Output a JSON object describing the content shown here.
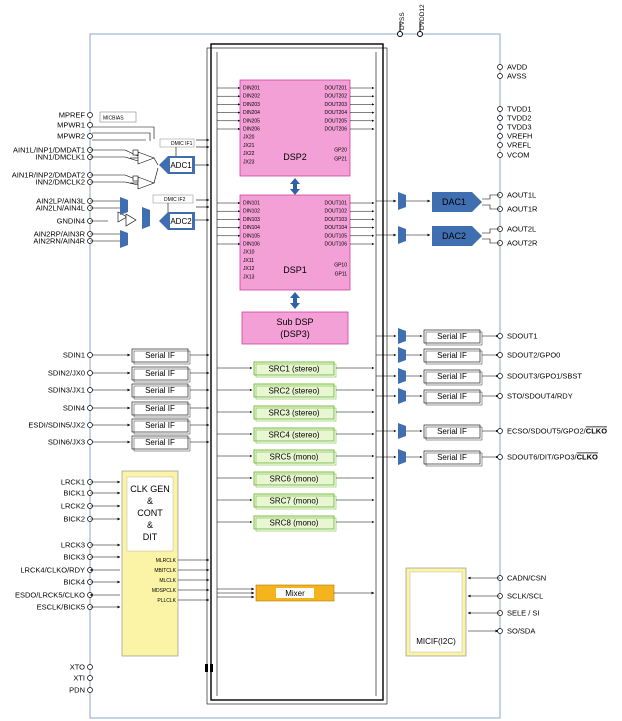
{
  "power_pins": {
    "dvss": "DVSS",
    "dvdd12": "DVDD12"
  },
  "left_pins": [
    "MPREF",
    "MPWR1",
    "MPWR2",
    "AIN1L/INP1/DMDAT1",
    "INN1/DMCLK1",
    "AIN1R/INP2/DMDAT2",
    "INN2/DMCLK2",
    "AIN2LP/AIN3L",
    "AIN2LN/AIN4L",
    "GNDIN4",
    "AIN2RP/AIN3R",
    "AIN2RN/AIN4R",
    "SDIN1",
    "SDIN2/JX0",
    "SDIN3/JX1",
    "SDIN4",
    "ESDI/SDIN5/JX2",
    "SDIN6/JX3",
    "LRCK1",
    "BICK1",
    "LRCK2",
    "BICK2",
    "LRCK3",
    "BICK3",
    "LRCK4/CLKO/RDY",
    "BICK4",
    "ESDO/LRCK5/CLKO",
    "ESCLK/BICK5",
    "XTO",
    "XTI",
    "PDN"
  ],
  "right_pins": [
    "AVDD",
    "AVSS",
    "TVDD1",
    "TVDD2",
    "TVDD3",
    "VREFH",
    "VREFL",
    "VCOM",
    "AOUT1L",
    "AOUT1R",
    "AOUT2L",
    "AOUT2R",
    "SDOUT1",
    "SDOUT2/GPO0",
    "SDOUT3/GPO1/SBST",
    "STO/SDOUT4/RDY",
    "ECSO/SDOUT5/GPO2/",
    "SDOUT6/DIT/GPO3/",
    "CADN/CSN",
    "SCLK/SCL",
    "SELE / SI",
    "SO/SDA"
  ],
  "clko_suffix": "CLKO",
  "blocks": {
    "micbias": "MICBIAS",
    "dmic_if1": "DMIC IF1",
    "dmic_if2": "DMIC IF2",
    "adc1": "ADC1",
    "adc2": "ADC2",
    "dac1": "DAC1",
    "dac2": "DAC2",
    "dsp2": "DSP2",
    "dsp1": "DSP1",
    "subdsp_line1": "Sub DSP",
    "subdsp_line2": "(DSP3)",
    "serial_if": "Serial IF",
    "clkgen_lines": [
      "CLK GEN",
      "&",
      "CONT",
      "&",
      "DIT"
    ],
    "clk_sigs": [
      "MLRCLK",
      "MBITCLK",
      "MLCLK",
      "MDSPCLK",
      "PLLCLK"
    ],
    "mixer": "Mixer",
    "micif": "MICIF(I2C)"
  },
  "src_labels": [
    "SRC1 (stereo)",
    "SRC2 (stereo)",
    "SRC3 (stereo)",
    "SRC4 (stereo)",
    "SRC5 (mono)",
    "SRC6 (mono)",
    "SRC7 (mono)",
    "SRC8 (mono)"
  ],
  "dsp2_ports": {
    "inputs": [
      "DIN201",
      "DIN202",
      "DIN203",
      "DIN204",
      "DIN205",
      "DIN206",
      "JX20",
      "JX21",
      "JX22",
      "JX23"
    ],
    "outputs": [
      "DOUT201",
      "DOUT202",
      "DOUT203",
      "DOUT204",
      "DOUT205",
      "DOUT206",
      "GP20",
      "GP21"
    ]
  },
  "dsp1_ports": {
    "inputs": [
      "DIN101",
      "DIN102",
      "DIN103",
      "DIN104",
      "DIN105",
      "DIN106",
      "JX10",
      "JX11",
      "JX12",
      "JX13"
    ],
    "outputs": [
      "DOUT101",
      "DOUT102",
      "DOUT103",
      "DOUT104",
      "DOUT105",
      "DOUT106",
      "GP10",
      "GP11"
    ]
  },
  "colors": {
    "frame": "#8aa8c8",
    "dsp_fill": "#f2a0d6",
    "dsp_border": "#d040a0",
    "adc_dac": "#3f6fb0",
    "src_fill": "#e8f6d2",
    "src_border": "#7cbf4a",
    "clk_fill": "#fbf3a6",
    "mixer_fill": "#f5b41e",
    "arrow": "#3060a8"
  }
}
